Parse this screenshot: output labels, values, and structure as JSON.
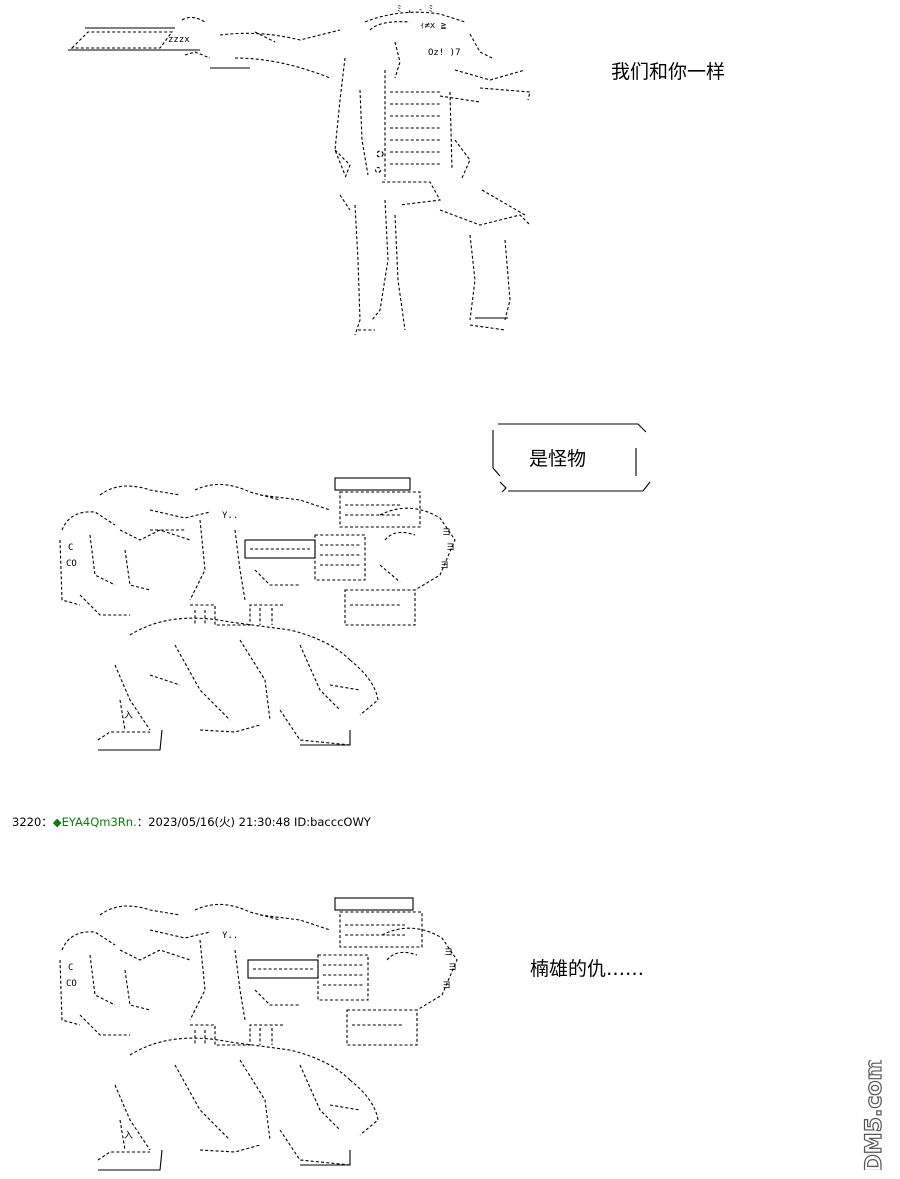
{
  "captions": {
    "panel1": "我们和你一样",
    "panel2": "是怪物",
    "panel3": "楠雄的仇……"
  },
  "art_text": {
    "pizza_label": "zzzx"
  },
  "post": {
    "number": "3220",
    "separator": "：",
    "trip_diamond": "◆",
    "trip": "EYA4Qm3Rn.",
    "meta_sep": "：",
    "datetime": "2023/05/16(火) 21:30:48",
    "id": "ID:bacccOWY"
  },
  "watermark": {
    "text": "DM5.com"
  },
  "colors": {
    "trip": "#117711",
    "ink": "#000000",
    "background": "#ffffff"
  }
}
